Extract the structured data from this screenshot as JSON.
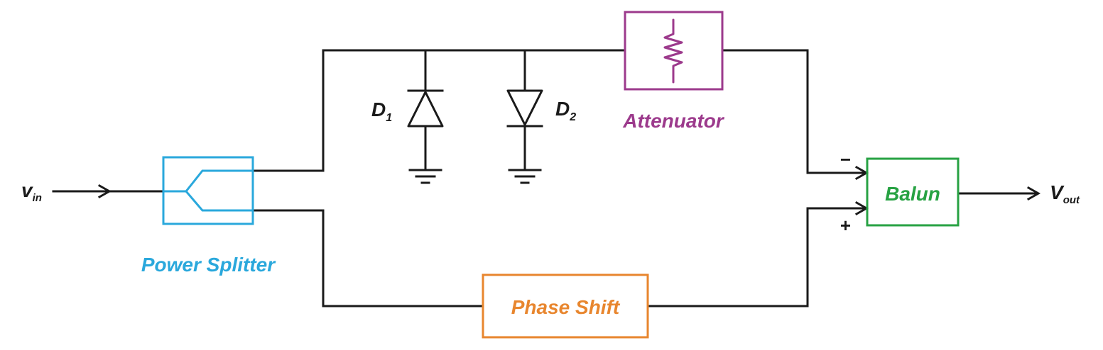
{
  "labels": {
    "vin_main": "v",
    "vin_sub": "in",
    "vout_main": "V",
    "vout_sub": "out",
    "d1_main": "D",
    "d1_sub": "1",
    "d2_main": "D",
    "d2_sub": "2",
    "attenuator": "Attenuator",
    "balun": "Balun",
    "power_splitter": "Power Splitter",
    "phase_shift": "Phase Shift",
    "minus": "−",
    "plus": "+"
  },
  "colors": {
    "wire": "#1a1a1a",
    "power_splitter": "#2aa8dc",
    "attenuator": "#9c3a8c",
    "balun": "#27a243",
    "phase_shift": "#e8862e"
  }
}
